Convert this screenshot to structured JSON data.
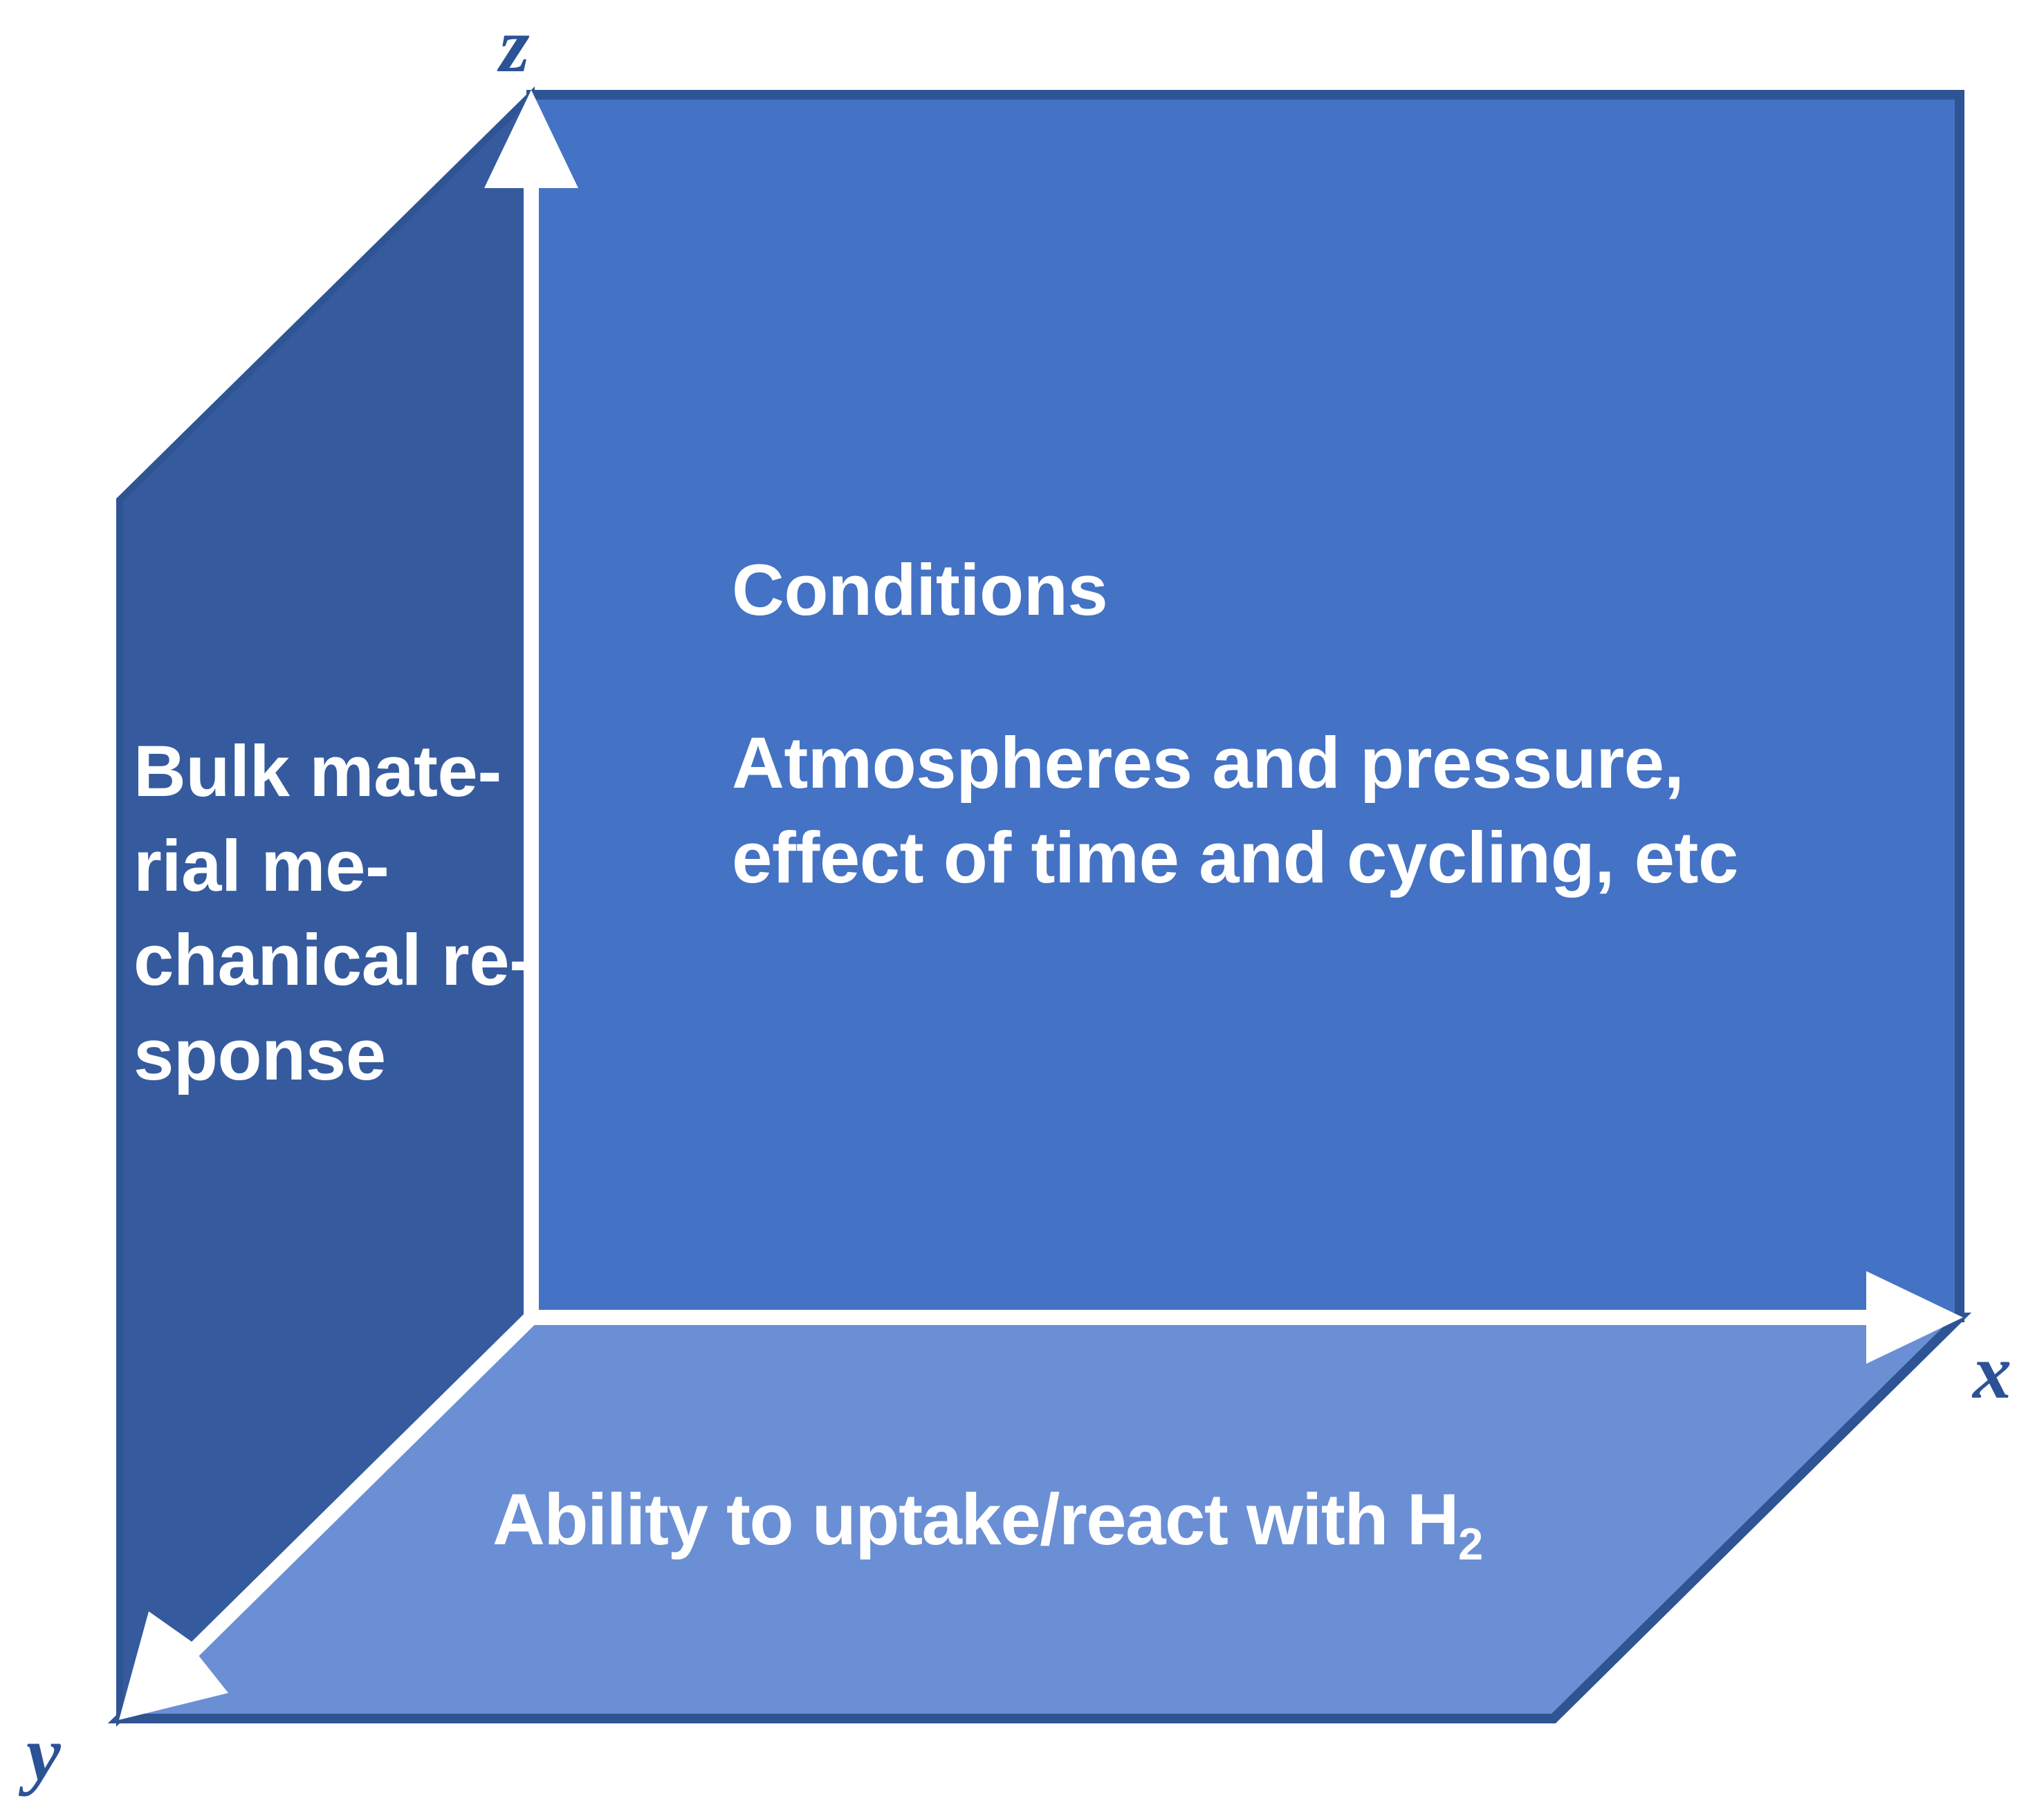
{
  "diagram": {
    "type": "3d-axes-conceptual-diagram",
    "background_color": "#FFFFFF",
    "axes": {
      "x": {
        "label": "x",
        "direction": "right",
        "arrow": "arrow-right",
        "color": "#2C5296"
      },
      "y": {
        "label": "y",
        "direction": "down-left-diagonal",
        "arrow": "arrow-down-left",
        "color": "#2C5296"
      },
      "z": {
        "label": "z",
        "direction": "up",
        "arrow": "arrow-up",
        "color": "#2C5296"
      }
    },
    "panels": {
      "side": {
        "name": "Bulk material mechanical response panel",
        "fill": "#355B9E",
        "border": "#2E5494",
        "text": "Bulk mate-\nrial me-\nchanical re-\nsponse",
        "text_color": "#FFFFFF"
      },
      "back": {
        "name": "Conditions panel",
        "fill": "#4472C4",
        "border": "#2E5494",
        "heading": "Conditions",
        "body": "Atmospheres and pressure,\neffect of time and cycling, etc",
        "text_color": "#FFFFFF"
      },
      "floor": {
        "name": "Hydrogen uptake panel",
        "fill": "#6B8FD4",
        "border": "#2E5494",
        "label_prefix": "Ability to uptake/react with H",
        "label_subscript": "2",
        "text_color": "#FFFFFF"
      }
    },
    "axis_line_color": "#FFFFFF"
  }
}
